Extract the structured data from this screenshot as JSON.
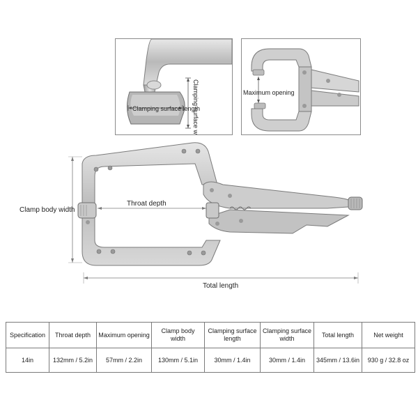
{
  "labels": {
    "clamping_surface_length": "Clamping surface length",
    "clamping_surface_width": "Clamping surface width",
    "maximum_opening": "Maximum opening",
    "clamp_body_width": "Clamp body width",
    "throat_depth": "Throat depth",
    "total_length": "Total length"
  },
  "table": {
    "headers": [
      "Specification",
      "Throat depth",
      "Maximum opening",
      "Clamp body width",
      "Clamping surface length",
      "Clamping surface width",
      "Total length",
      "Net weight"
    ],
    "values": [
      "14in",
      "132mm / 5.2in",
      "57mm / 2.2in",
      "130mm / 5.1in",
      "30mm / 1.4in",
      "30mm / 1.4in",
      "345mm / 13.6in",
      "930 g / 32.8 oz"
    ]
  },
  "colors": {
    "metal": "#c9c9c9",
    "metal_dark": "#8f8f8f",
    "dimension_line": "#7a7a7a",
    "border": "#8a8a8a"
  }
}
